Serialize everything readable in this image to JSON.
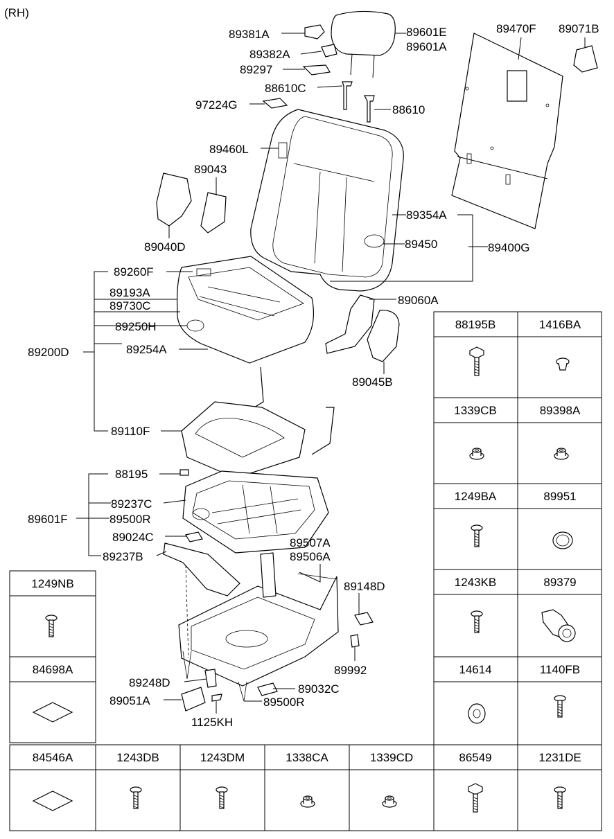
{
  "variant": "(RH)",
  "labels": {
    "p89381A": "89381A",
    "p89382A": "89382A",
    "p89297": "89297",
    "p88610C": "88610C",
    "p97224G": "97224G",
    "p88610": "88610",
    "p89601E": "89601E",
    "p89601A": "89601A",
    "p89470F": "89470F",
    "p89071B": "89071B",
    "p89460L": "89460L",
    "p89043": "89043",
    "p89040D": "89040D",
    "p89354A": "89354A",
    "p89450": "89450",
    "p89400G": "89400G",
    "p89260F": "89260F",
    "p89193A": "89193A",
    "p89730C": "89730C",
    "p89250H": "89250H",
    "p89254A": "89254A",
    "p89200D": "89200D",
    "p89060A": "89060A",
    "p89045B": "89045B",
    "p89110F": "89110F",
    "p88195": "88195",
    "p89237C": "89237C",
    "p89500R_top": "89500R",
    "p89601F": "89601F",
    "p89024C": "89024C",
    "p89237B": "89237B",
    "p89507A": "89507A",
    "p89506A": "89506A",
    "p89148D": "89148D",
    "p89992": "89992",
    "p89248D": "89248D",
    "p89032C": "89032C",
    "p89051A": "89051A",
    "p89500R_bot": "89500R",
    "p1125KH": "1125KH"
  },
  "right_table": [
    [
      "88195B",
      "1416BA"
    ],
    [
      "1339CB",
      "89398A"
    ],
    [
      "1249BA",
      "89951"
    ],
    [
      "1243KB",
      "89379"
    ],
    [
      "14614",
      "1140FB"
    ]
  ],
  "left_table": [
    "1249NB",
    "84698A"
  ],
  "bottom_table": [
    "84546A",
    "1243DB",
    "1243DM",
    "1338CA",
    "1339CD",
    "86549",
    "1231DE"
  ]
}
